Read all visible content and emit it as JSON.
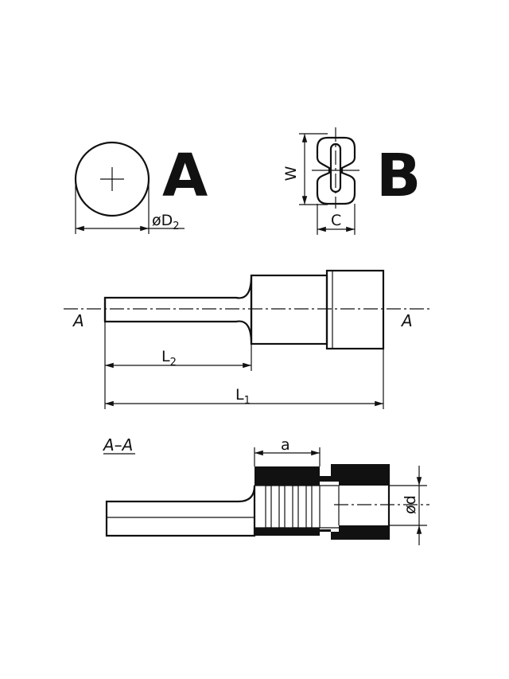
{
  "views": {
    "a_label": "A",
    "b_label": "B",
    "section_label": "A–A",
    "section_mark_left": "A",
    "section_mark_right": "A"
  },
  "dimensions": {
    "d2": {
      "prefix": "øD",
      "sub": "2"
    },
    "w": "W",
    "c": "C",
    "l2": {
      "main": "L",
      "sub": "2"
    },
    "l1": {
      "main": "L",
      "sub": "1"
    },
    "a": "a",
    "d": "ød"
  },
  "colors": {
    "ink": "#111111",
    "paper": "#ffffff"
  }
}
